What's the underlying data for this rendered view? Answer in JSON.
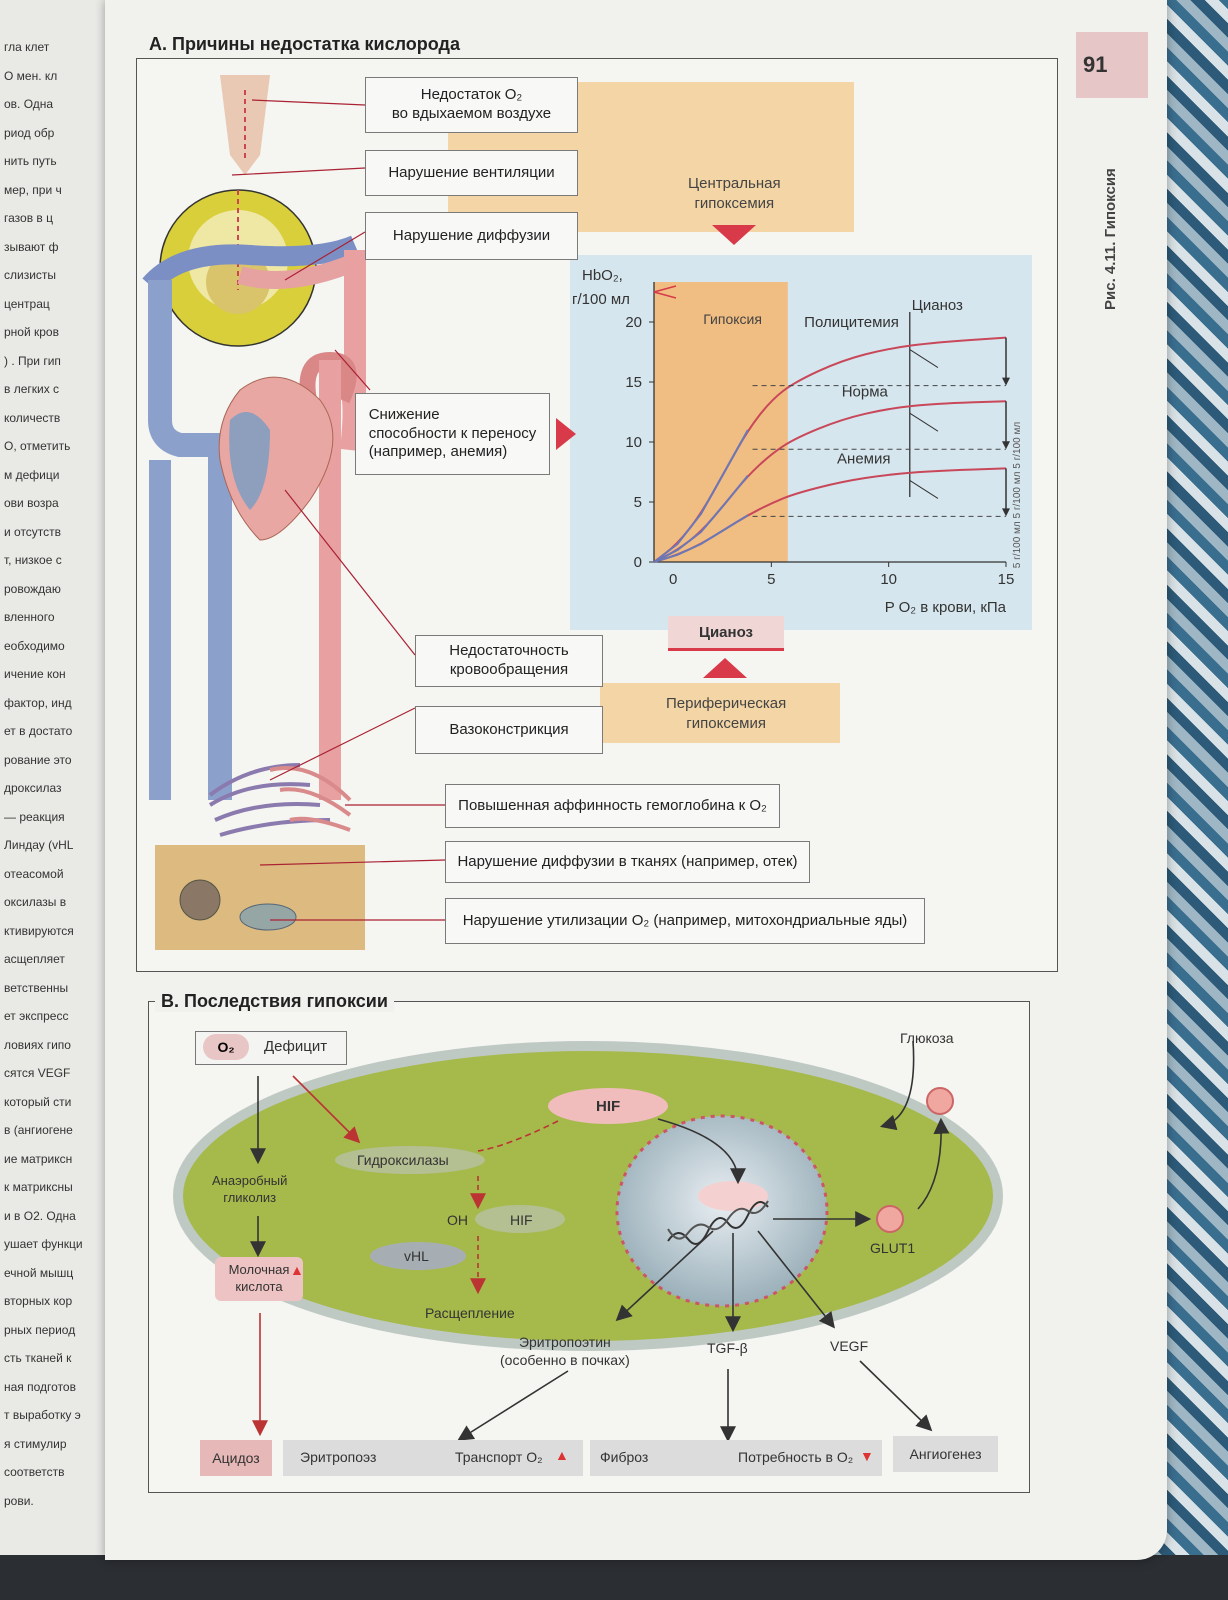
{
  "page_number": "91",
  "side_title": "Рис. 4.11.  Гипоксия",
  "left_page_fragments": [
    "гла клет",
    "О мен. кл",
    "ов. Одна",
    "риод обр",
    "нить путь",
    "мер, при ч",
    "газов в ц",
    "зывают ф",
    "слизисты",
    "центрац",
    "рной кров",
    ") . При гип",
    "в легких с",
    "количеств",
    "О, отметить",
    "м дефици",
    "ови возра",
    "и отсутств",
    "т, низкое с",
    "ровождаю",
    "вленного",
    "еобходимо",
    "ичение кон",
    "фактор, инд",
    "ет в достато",
    "рование это",
    "дроксилаз",
    "— реакция",
    "Линдау (vHL",
    "отеасомой",
    "оксилазы в",
    "ктивируются",
    "асщепляет",
    "ветственны",
    "ет экспресс",
    "ловиях гипо",
    "сятся VEGF",
    "который сти",
    "в (ангиогене",
    "ие матриксн",
    "к матриксны",
    "и в О2. Одна",
    "ушает функци",
    "ечной мышц",
    "вторных кор",
    "рных период",
    "сть тканей к",
    "ная подготов",
    "т выработку э",
    "я стимулир",
    "соответств",
    "рови."
  ],
  "sectionA": {
    "title": "А. Причины недостатка кислорода",
    "boxes": {
      "insp": [
        "Недостаток O₂",
        "во вдыхаемом воздухе"
      ],
      "vent": "Нарушение вентиляции",
      "diff": "Нарушение диффузии",
      "transport": [
        "Снижение",
        "способности к переносу",
        "(например, анемия)"
      ],
      "circ": [
        "Недостаточность",
        "кровообращения"
      ],
      "vaso": "Вазоконстрикция",
      "affinity": "Повышенная аффинность гемоглобина к O₂",
      "tissue_diff": "Нарушение диффузии в тканях (например, отек)",
      "util": "Нарушение утилизации O₂ (например, митохондриальные яды)"
    },
    "central_hypox": [
      "Центральная",
      "гипоксемия"
    ],
    "peripheral_hypox": [
      "Периферическая",
      "гипоксемия"
    ],
    "cyanosis_box": "Цианоз"
  },
  "chart_data": {
    "type": "line",
    "ylabel": "HbO₂, г/100 мл",
    "xlabel": "P O₂ в крови, кПа",
    "xlim": [
      0,
      15
    ],
    "ylim": [
      0,
      20
    ],
    "x_ticks": [
      "5",
      "10",
      "15"
    ],
    "y_ticks": [
      "0",
      "5",
      "10",
      "15",
      "20"
    ],
    "hypoxia_region": {
      "label": "Гипоксия",
      "x_from": 0,
      "x_to": 5.7
    },
    "cyanosis_label": "Цианоз",
    "cyanosis_x": 10.9,
    "right_annotation": "5 г/100 мл  5 г/100 мл  5 г/100 мл",
    "series": [
      {
        "name": "Полицитемия",
        "color": "#c8485a",
        "points": [
          [
            0,
            0
          ],
          [
            1,
            1.5
          ],
          [
            2,
            4
          ],
          [
            3,
            7.5
          ],
          [
            4,
            11
          ],
          [
            5,
            13.5
          ],
          [
            6,
            15
          ],
          [
            8,
            16.8
          ],
          [
            10,
            17.8
          ],
          [
            12,
            18.3
          ],
          [
            15,
            18.7
          ]
        ]
      },
      {
        "name": "Норма",
        "color": "#c8485a",
        "points": [
          [
            0,
            0
          ],
          [
            1,
            1
          ],
          [
            2,
            2.5
          ],
          [
            3,
            4.8
          ],
          [
            4,
            7.2
          ],
          [
            5,
            9
          ],
          [
            6,
            10.3
          ],
          [
            8,
            11.9
          ],
          [
            10,
            12.8
          ],
          [
            12,
            13.2
          ],
          [
            15,
            13.4
          ]
        ]
      },
      {
        "name": "Анемия",
        "color": "#c8485a",
        "points": [
          [
            0,
            0
          ],
          [
            1,
            0.6
          ],
          [
            2,
            1.5
          ],
          [
            3,
            2.7
          ],
          [
            4,
            3.9
          ],
          [
            5,
            4.9
          ],
          [
            6,
            5.7
          ],
          [
            8,
            6.7
          ],
          [
            10,
            7.3
          ],
          [
            12,
            7.6
          ],
          [
            15,
            7.8
          ]
        ]
      }
    ]
  },
  "sectionB": {
    "title": "В. Последствия гипоксии",
    "deficit": {
      "o2": "O₂",
      "label": "Дефицит"
    },
    "glucose": "Глюкоза",
    "hif": "HIF",
    "hydroxylases": "Гидроксилазы",
    "oh": "OH",
    "hif2": "HIF",
    "vhl": "vHL",
    "cleavage": "Расщепление",
    "anaerobic": [
      "Анаэробный",
      "гликолиз"
    ],
    "lactic": [
      "Молочная",
      "кислота"
    ],
    "glut1": "GLUT1",
    "epo": [
      "Эритропоэтин",
      "(особенно в почках)"
    ],
    "tgf": "TGF-β",
    "vegf": "VEGF",
    "bottom": {
      "acidosis": "Ацидоз",
      "erythropoiesis": "Эритропоэз",
      "transport": "Транспорт O₂",
      "fibrosis": "Фиброз",
      "demand": "Потребность в O₂",
      "angiogenesis": "Ангиогенез"
    }
  }
}
